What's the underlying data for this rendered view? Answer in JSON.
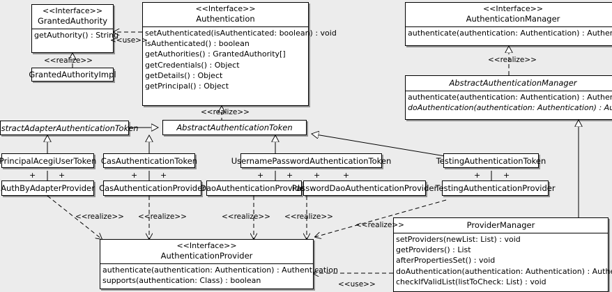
{
  "diagram": {
    "kind": "uml-class-diagram",
    "background": "#ececec",
    "box_fill": "#ffffff",
    "line_color": "#000000"
  },
  "stereotypes": {
    "interface": "<<Interface>>",
    "realize": "<<realize>>",
    "use": "<<use>>",
    "multiplicity": "+"
  },
  "classes": {
    "granted_authority": {
      "stereotype": "<<Interface>>",
      "name": "GrantedAuthority",
      "operations": [
        "getAuthority() : String"
      ]
    },
    "granted_authority_impl": {
      "name": "GrantedAuthorityImpl"
    },
    "authentication": {
      "stereotype": "<<Interface>>",
      "name": "Authentication",
      "operations": [
        "setAuthenticated(isAuthenticated: boolean) : void",
        "isAuthenticated() : boolean",
        "getAuthorities() : GrantedAuthority[]",
        "getCredentials() : Object",
        "getDetails() : Object",
        "getPrincipal() : Object"
      ]
    },
    "authentication_manager": {
      "stereotype": "<<Interface>>",
      "name": "AuthenticationManager",
      "operations": [
        "authenticate(authentication: Authentication) : Authentication"
      ]
    },
    "abstract_authentication_manager": {
      "name": "AbstractAuthenticationManager",
      "operations": [
        "authenticate(authentication: Authentication) : Authentication",
        "doAuthentication(authentication: Authentication) : Authentication"
      ]
    },
    "abstract_adapter_authentication_token": {
      "name": "AbstractAdapterAuthenticationToken"
    },
    "abstract_authentication_token": {
      "name": "AbstractAuthenticationToken"
    },
    "principal_acegi_user_token": {
      "name": "PrincipalAcegiUserToken"
    },
    "cas_authentication_token": {
      "name": "CasAuthenticationToken"
    },
    "username_password_authentication_token": {
      "name": "UsernamePasswordAuthenticationToken"
    },
    "testing_authentication_token": {
      "name": "TestingAuthenticationToken"
    },
    "auth_by_adapter_provider": {
      "name": "AuthByAdapterProvider"
    },
    "cas_authentication_provider": {
      "name": "CasAuthenticationProvider"
    },
    "dao_authentication_provider": {
      "name": "DaoAuthenticationProvider"
    },
    "password_dao_authentication_provider": {
      "name": "PasswordDaoAuthenticationProvider"
    },
    "testing_authentication_provider": {
      "name": "TestingAuthenticationProvider"
    },
    "authentication_provider": {
      "stereotype": "<<Interface>>",
      "name": "AuthenticationProvider",
      "operations": [
        "authenticate(authentication: Authentication) : Authentication",
        "supports(authentication: Class) : boolean"
      ]
    },
    "provider_manager": {
      "name": "ProviderManager",
      "operations": [
        "setProviders(newList: List) : void",
        "getProviders() : List",
        "afterPropertiesSet() : void",
        "doAuthentication(authentication: Authentication) : Authentication",
        "checkIfValidList(listToCheck: List) : void"
      ]
    }
  },
  "edge_labels": {
    "use_auth_granted": "<<use>>",
    "realize_gai": "<<realize>>",
    "realize_aat": "<<realize>>",
    "realize_aam": "<<realize>>",
    "realize_abap": "<<realize>>",
    "realize_casp": "<<realize>>",
    "realize_daop": "<<realize>>",
    "realize_pwdaop": "<<realize>>",
    "realize_pm": "<<realize>>",
    "use_pm_ap": "<<use>>"
  }
}
